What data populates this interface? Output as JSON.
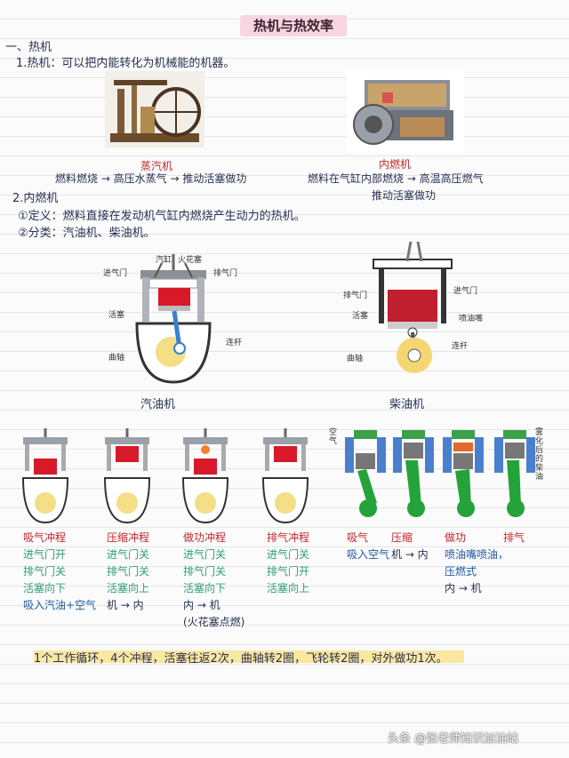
{
  "title": "热机与热效率",
  "section1": {
    "heading": "一、热机",
    "definition": "1.热机：可以把内能转化为机械能的机器。",
    "steam": {
      "name": "蒸汽机",
      "process": "燃料燃烧 → 高压水蒸气 → 推动活塞做功"
    },
    "ice": {
      "name": "内燃机",
      "process_1": "燃料在气缸内部燃烧 → 高温高压燃气",
      "process_2": "推动活塞做功"
    }
  },
  "section2": {
    "heading": "2.内燃机",
    "def": "①定义：燃料直接在发动机气缸内燃烧产生动力的热机。",
    "types": "②分类：汽油机、柴油机。"
  },
  "gasoline_diagram": {
    "caption": "汽油机",
    "labels": {
      "cylinder": "汽缸",
      "spark": "火花塞",
      "intake": "进气门",
      "exhaust": "排气门",
      "piston": "活塞",
      "rod": "连杆",
      "crank": "曲轴"
    }
  },
  "diesel_diagram": {
    "caption": "柴油机",
    "labels": {
      "exhaust": "排气门",
      "intake": "进气门",
      "piston": "活塞",
      "injector": "喷油嘴",
      "rod": "连杆",
      "crank": "曲轴"
    }
  },
  "diesel_strokes_side": {
    "left": "空气",
    "right": "雾化后的柴油"
  },
  "gas_strokes": [
    {
      "name": "吸气冲程",
      "lines": [
        "进气门开",
        "排气门关",
        "活塞向下",
        "吸入汽油+空气"
      ]
    },
    {
      "name": "压缩冲程",
      "lines": [
        "进气门关",
        "排气门关",
        "活塞向上",
        "机 → 内"
      ]
    },
    {
      "name": "做功冲程",
      "lines": [
        "进气门关",
        "排气门关",
        "活塞向下",
        "内 → 机",
        "(火花塞点燃)"
      ]
    },
    {
      "name": "排气冲程",
      "lines": [
        "进气门关",
        "排气门开",
        "活塞向上"
      ]
    }
  ],
  "diesel_strokes": [
    {
      "name": "吸气",
      "lines": [
        "",
        "吸入空气"
      ]
    },
    {
      "name": "压缩",
      "lines": [
        "",
        "",
        "机 → 内"
      ]
    },
    {
      "name": "做功",
      "lines": [
        "喷油嘴喷油，",
        "压燃式",
        "",
        "内 → 机"
      ]
    },
    {
      "name": "排气",
      "lines": []
    }
  ],
  "summary": "1个工作循环，4个冲程，活塞往返2次，曲轴转2圈，飞轮转2圈，对外做功1次。",
  "watermark": "头条 @张老师知识加油站",
  "colors": {
    "red": "#c8252a",
    "navy": "#273052",
    "green": "#2f9e7a",
    "blue": "#1f5aa3",
    "highlight": "#fae7a0",
    "title_bg": "#f7d6df"
  }
}
